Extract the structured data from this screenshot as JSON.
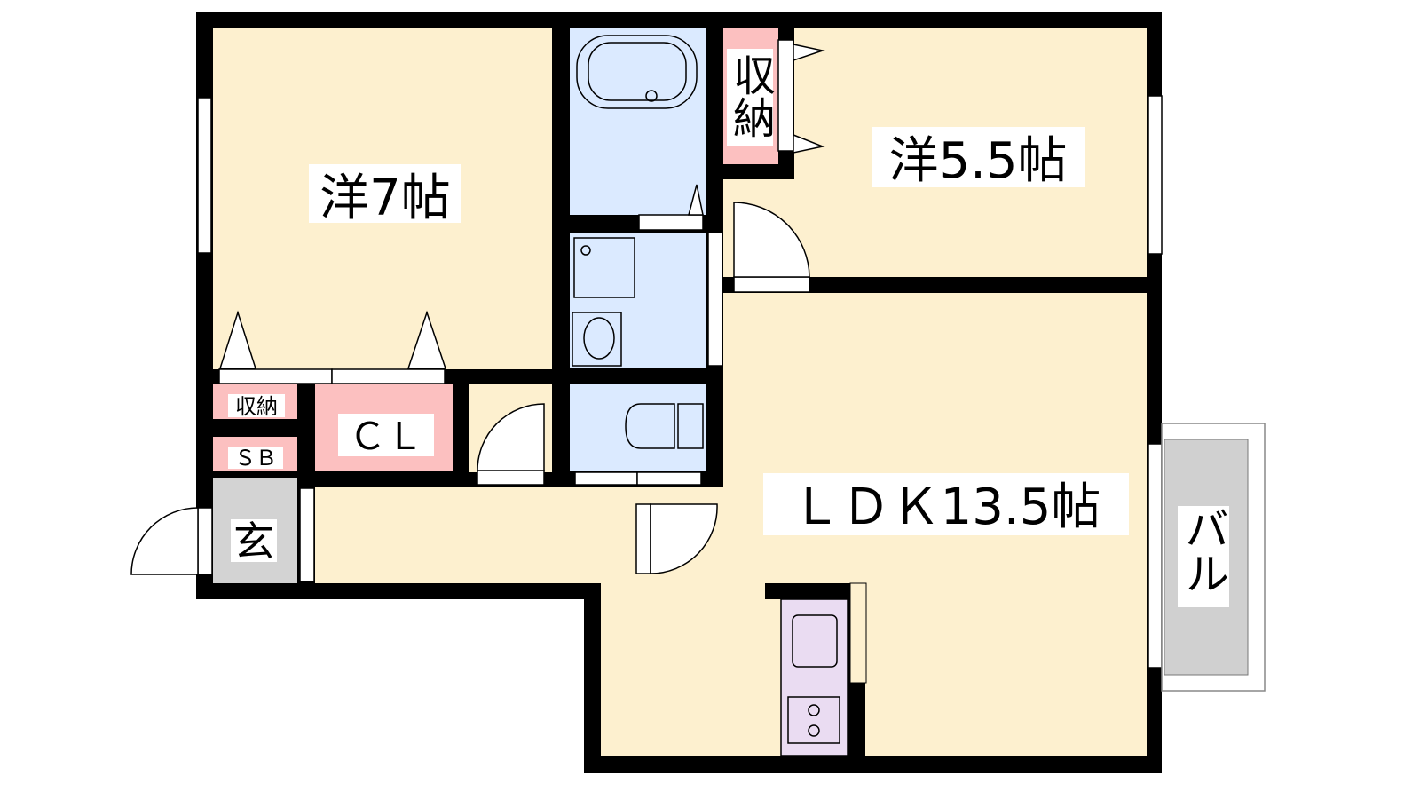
{
  "rooms": {
    "western_7": "洋7帖",
    "western_5_5": "洋5.5帖",
    "ldk": "ＬＤＫ13.5帖",
    "balcony": "バル",
    "storage_top": "収納",
    "storage_small": "収納",
    "shoe_box": "ＳＢ",
    "closet": "ＣＬ",
    "entrance": "玄"
  },
  "colors": {
    "room": "#fdf0cf",
    "wet_area": "#dbeaff",
    "storage": "#fcc0c0",
    "entrance": "#d3d3d3",
    "kitchen": "#eadcf2",
    "wall": "#000000"
  }
}
